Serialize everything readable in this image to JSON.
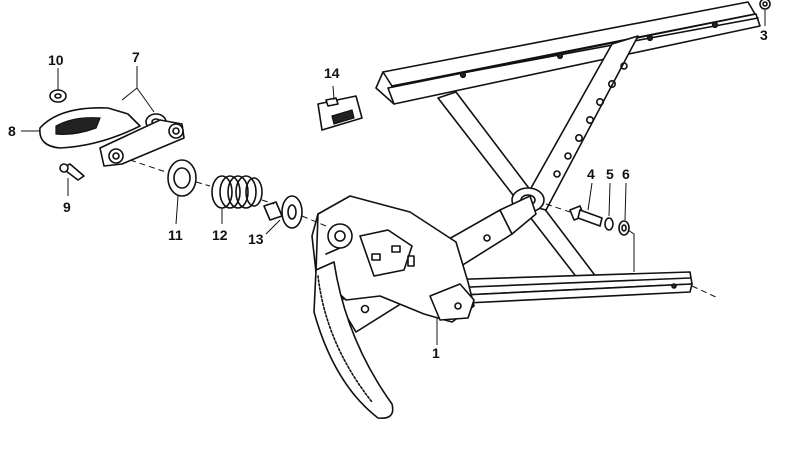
{
  "callouts": [
    {
      "id": "c1",
      "text": "1"
    },
    {
      "id": "c3",
      "text": "3"
    },
    {
      "id": "c4",
      "text": "4"
    },
    {
      "id": "c5",
      "text": "5"
    },
    {
      "id": "c6",
      "text": "6"
    },
    {
      "id": "c7",
      "text": "7"
    },
    {
      "id": "c8",
      "text": "8"
    },
    {
      "id": "c9",
      "text": "9"
    },
    {
      "id": "c10",
      "text": "10"
    },
    {
      "id": "c11",
      "text": "11"
    },
    {
      "id": "c12",
      "text": "12"
    },
    {
      "id": "c13",
      "text": "13"
    },
    {
      "id": "c14",
      "text": "14"
    }
  ]
}
